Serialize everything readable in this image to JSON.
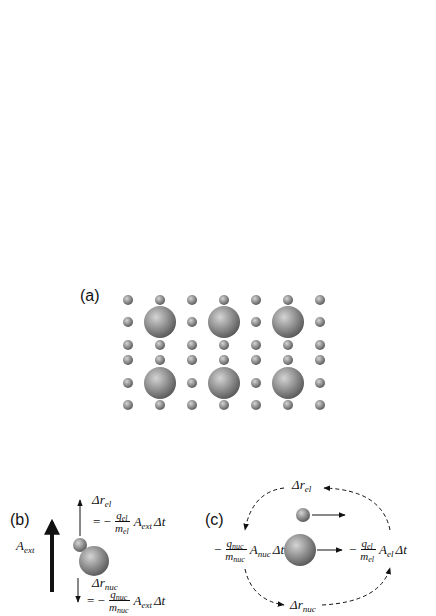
{
  "diagram": {
    "labels": [
      "(a)",
      "(b)",
      "(c)",
      "A",
      "ext",
      "Δr",
      "el",
      "= −",
      "q",
      "el",
      "m",
      "el",
      "A",
      "ext",
      "Δt",
      "Δr",
      "nuc",
      "= −",
      "q",
      "nuc",
      "m",
      "nuc",
      "A",
      "ext",
      "Δt",
      "Δr",
      "el",
      "−",
      "q",
      "nuc",
      "m",
      "nuc",
      "A",
      "nuc",
      "Δt",
      "−",
      "q",
      "el",
      "m",
      "el",
      "A",
      "el",
      "Δt",
      "Δr",
      "nuc"
    ]
  }
}
